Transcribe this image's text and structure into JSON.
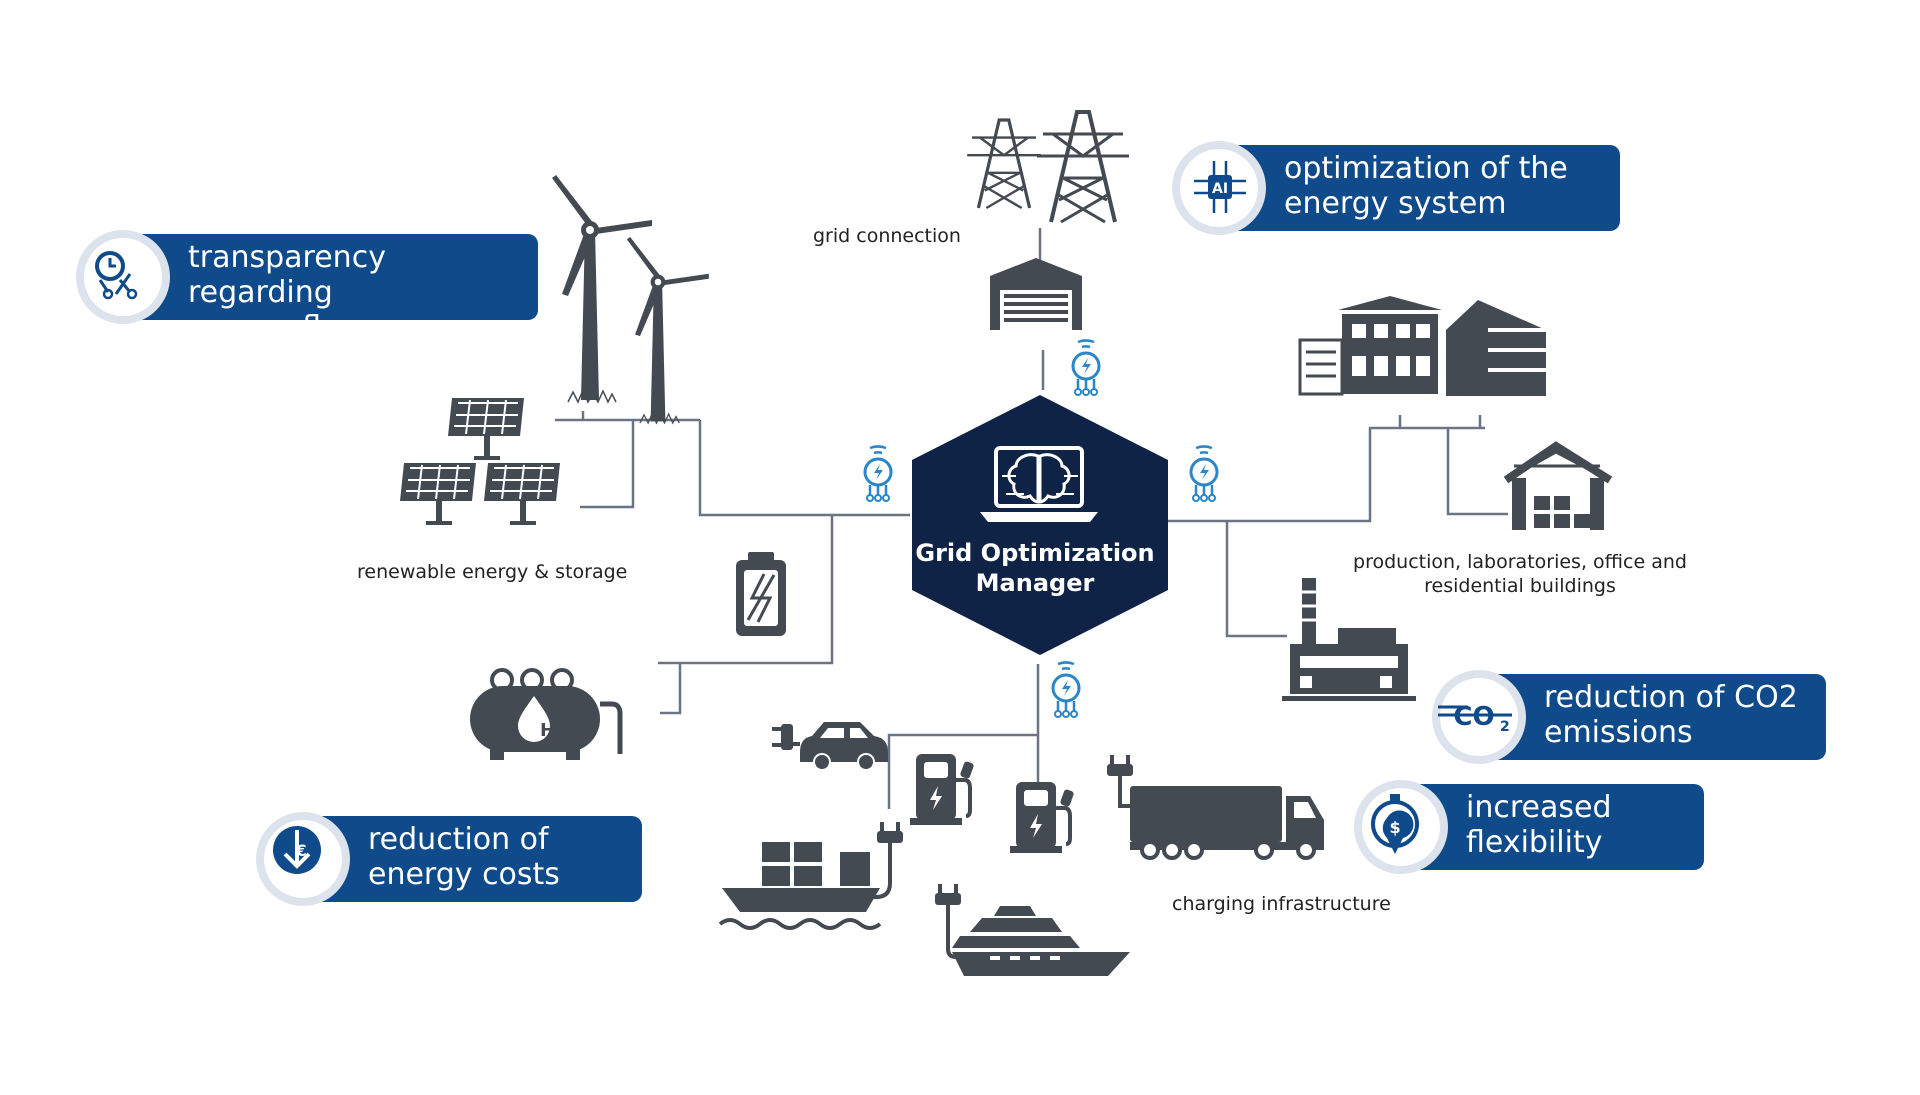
{
  "hub": {
    "title_line1": "Grid Optimization",
    "title_line2": "Manager"
  },
  "nodes": {
    "grid": "grid connection",
    "renewable": "renewable energy & storage",
    "buildings_line1": "production, laboratories, office and",
    "buildings_line2": "residential buildings",
    "charging": "charging infrastructure"
  },
  "benefits": {
    "transparency": {
      "line1": "transparency regarding",
      "line2": "energy flows"
    },
    "optimization": {
      "line1": "optimization of the",
      "line2": "energy system"
    },
    "co2": {
      "line1": "reduction of CO2",
      "line2": "emissions"
    },
    "flexibility": {
      "line1": "increased",
      "line2": "flexibility"
    },
    "costs": {
      "line1": "reduction of",
      "line2": "energy costs"
    }
  },
  "icons": [
    "wind-turbine-icon",
    "solar-panel-icon",
    "battery-icon",
    "hydrogen-tank-icon",
    "power-pylon-icon",
    "substation-garage-icon",
    "office-building-icon",
    "factory-hall-icon",
    "industrial-plant-icon",
    "electric-car-icon",
    "charging-station-icon",
    "electric-truck-icon",
    "container-ship-icon",
    "cruise-ship-icon",
    "smart-meter-icon",
    "ai-brain-laptop-icon",
    "ai-chip-icon",
    "clock-flow-icon",
    "co2-icon",
    "stopwatch-dollar-icon",
    "euro-down-icon"
  ],
  "colors": {
    "brand_blue": "#0f4a8a",
    "hub_navy": "#0e2346",
    "icon_gray": "#444a52",
    "line_gray": "#6b7484",
    "sensor_blue": "#2b86c9"
  }
}
